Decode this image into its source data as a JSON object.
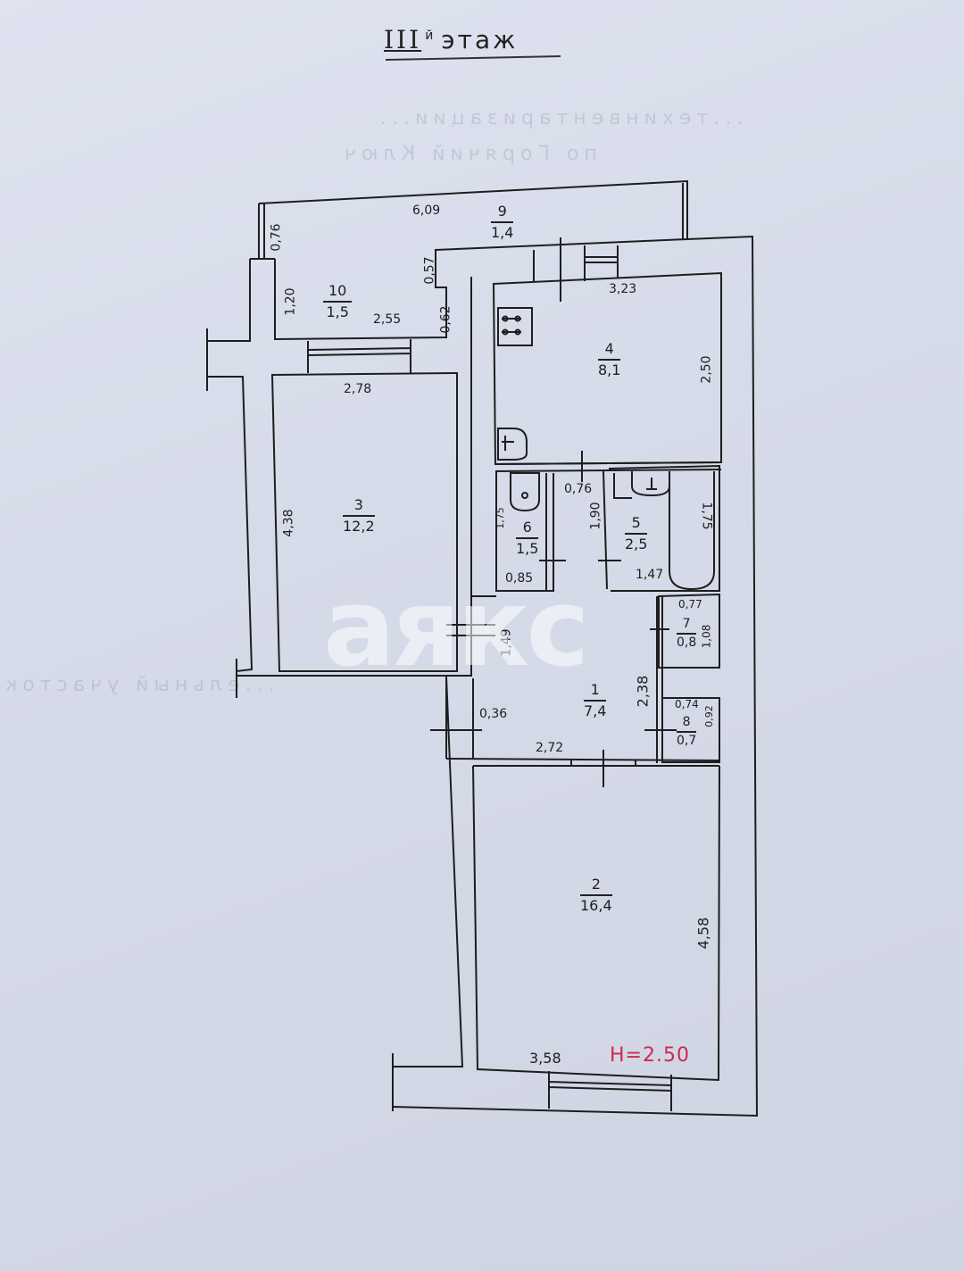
{
  "document": {
    "title": {
      "floor_roman": "III",
      "suffix_sup": "й",
      "word": "этаж"
    },
    "ceiling_height": "H=2.50",
    "watermark": "аякс",
    "bleed_through_text": [
      "...техинвентаризации...",
      "по Горячий Ключ",
      "...ельный участок"
    ]
  },
  "rooms": [
    {
      "number": "1",
      "area": "7,4",
      "type": "corridor"
    },
    {
      "number": "2",
      "area": "16,4",
      "type": "living room"
    },
    {
      "number": "3",
      "area": "12,2",
      "type": "living room"
    },
    {
      "number": "4",
      "area": "8,1",
      "type": "kitchen"
    },
    {
      "number": "5",
      "area": "2,5",
      "type": "bathroom"
    },
    {
      "number": "6",
      "area": "1,5",
      "type": "toilet"
    },
    {
      "number": "7",
      "area": "0,8",
      "type": "closet"
    },
    {
      "number": "8",
      "area": "0,7",
      "type": "closet"
    },
    {
      "number": "9",
      "area": "1,4",
      "type": "balcony"
    },
    {
      "number": "10",
      "area": "1,5",
      "type": "balcony"
    }
  ],
  "dimensions": {
    "balcony_length": "6,09",
    "balcony_left_depth": "0,76",
    "balcony_step": "0,57",
    "room10_height": "1,20",
    "room10_width": "2,55",
    "room10_right": "0,62",
    "kitchen_width": "3,23",
    "kitchen_depth": "2,50",
    "room3_width": "2,78",
    "room3_length": "4,38",
    "toilet_depth": "1,75",
    "toilet_width": "0,85",
    "passage_width": "0,76",
    "passage_length": "1,90",
    "bath_width": "1,47",
    "bath_length": "1,75",
    "closet7_width": "0,77",
    "closet7_depth": "1,08",
    "corridor_upper": "1,49",
    "corridor_side": "2,38",
    "corridor_niche": "0,36",
    "corridor_width": "2,72",
    "closet8_width": "0,74",
    "closet8_depth": "0,92",
    "room2_width": "3,58",
    "room2_length": "4,58"
  },
  "colors": {
    "paper": "#d8dcea",
    "ink": "#1e1e1e",
    "height_mark": "#d0284e",
    "watermark": "#ffffff"
  }
}
